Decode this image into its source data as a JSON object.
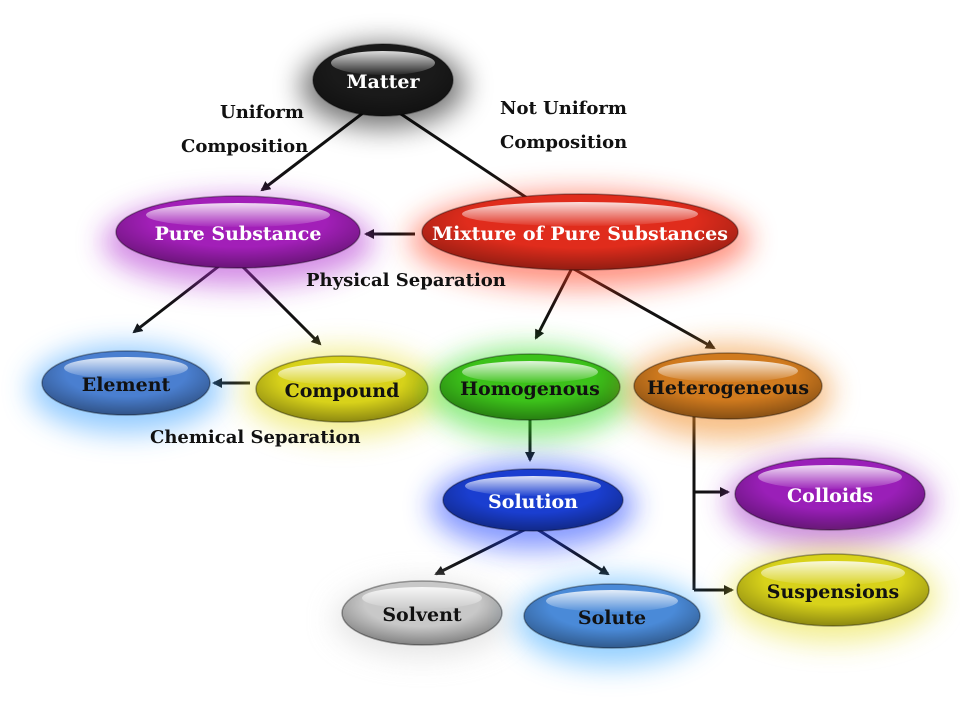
{
  "nodes": {
    "matter": {
      "label": "Matter",
      "color": "#1a1a1a",
      "glow": "#000000",
      "text_color": "#ffffff"
    },
    "pure_substance": {
      "label": "Pure Substance",
      "color": "#a21fb8",
      "glow": "#b02fd0",
      "text_color": "#ffffff"
    },
    "mixture": {
      "label": "Mixture of Pure Substances",
      "color": "#e02c1c",
      "glow": "#ff3a1a",
      "text_color": "#ffffff"
    },
    "element": {
      "label": "Element",
      "color": "#4a7fd0",
      "glow": "#3aa0ff",
      "text_color": "#111111"
    },
    "compound": {
      "label": "Compound",
      "color": "#d8d21a",
      "glow": "#e8e030",
      "text_color": "#111111"
    },
    "homogenous": {
      "label": "Homogenous",
      "color": "#3cc21a",
      "glow": "#33dd22",
      "text_color": "#111111"
    },
    "heterogeneous": {
      "label": "Heterogeneous",
      "color": "#d07a1e",
      "glow": "#f08a20",
      "text_color": "#111111"
    },
    "solution": {
      "label": "Solution",
      "color": "#1a3ed0",
      "glow": "#2244ff",
      "text_color": "#ffffff"
    },
    "colloids": {
      "label": "Colloids",
      "color": "#9a1fb8",
      "glow": "#a230c8",
      "text_color": "#ffffff"
    },
    "suspensions": {
      "label": "Suspensions",
      "color": "#d8d21a",
      "glow": "#e8e030",
      "text_color": "#111111"
    },
    "solvent": {
      "label": "Solvent",
      "color": "#c8c8c8",
      "glow": "#d0d0d0",
      "text_color": "#111111"
    },
    "solute": {
      "label": "Solute",
      "color": "#4a8ad8",
      "glow": "#3aa8ff",
      "text_color": "#111111"
    }
  },
  "edge_labels": {
    "uniform_line1": "Uniform",
    "uniform_line2": "Composition",
    "not_uniform_line1": "Not Uniform",
    "not_uniform_line2": "Composition",
    "physical_separation": "Physical Separation",
    "chemical_separation": "Chemical Separation"
  }
}
